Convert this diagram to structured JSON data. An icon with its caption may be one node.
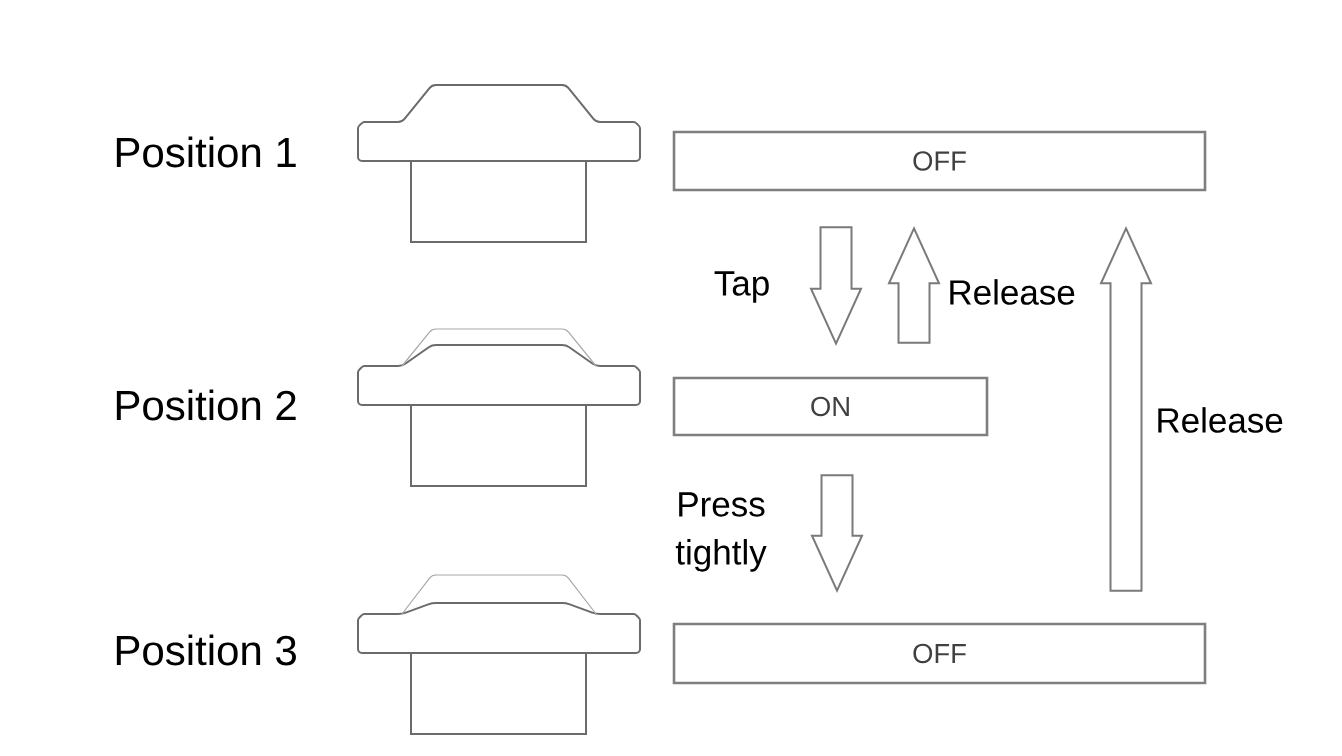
{
  "diagram": {
    "nodes": [
      {
        "text": [
          "OFF"
        ]
      },
      {
        "text": [
          "ON"
        ]
      },
      {
        "text": [
          "OFF"
        ]
      }
    ],
    "edges": [
      {
        "from": 0,
        "to": 1,
        "arrow": "to",
        "label": "Tap"
      },
      {
        "from": 1,
        "to": 0,
        "arrow": "to",
        "label": "Release"
      },
      {
        "from": 1,
        "to": 2,
        "arrow": "to",
        "label": "Press tightly"
      },
      {
        "from": 2,
        "to": 0,
        "arrow": "to",
        "label": "Release"
      }
    ],
    "labels": [
      "Position 1",
      "Position 2",
      "Position 3"
    ]
  }
}
